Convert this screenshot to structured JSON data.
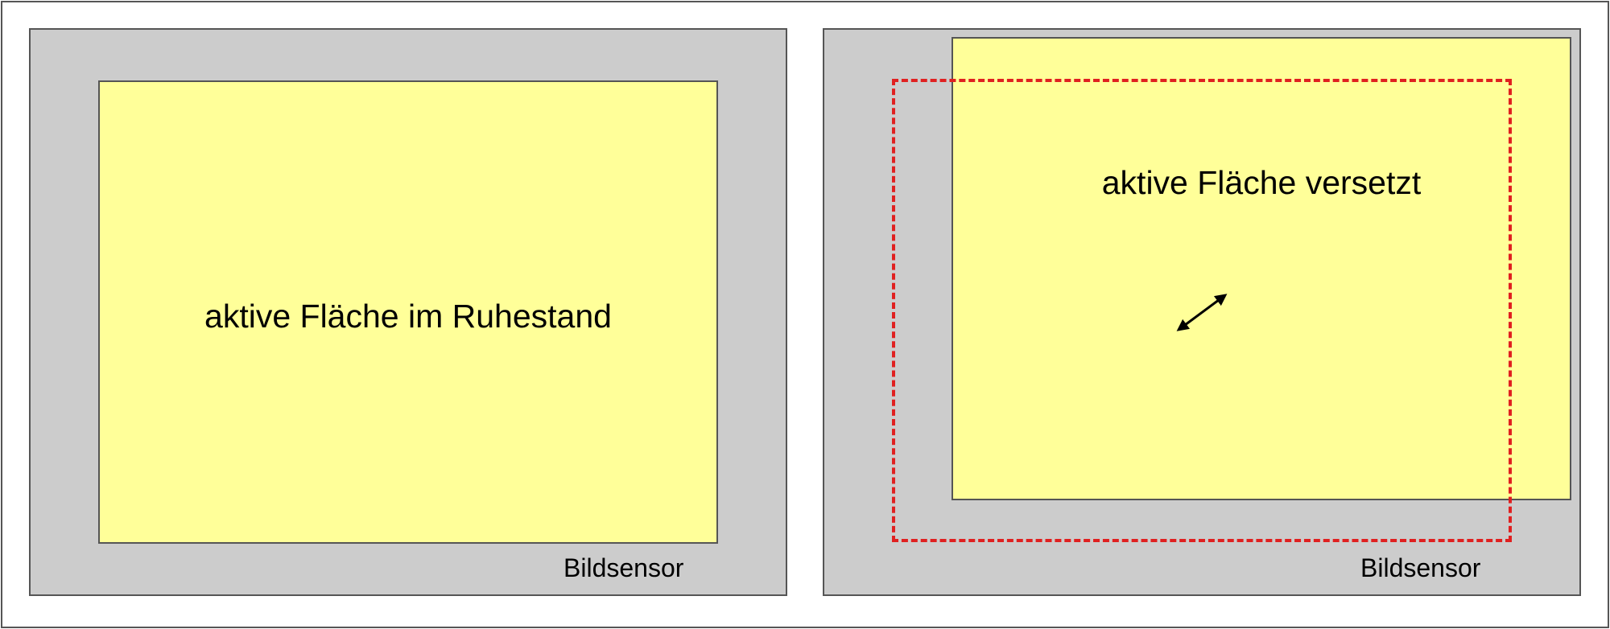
{
  "left_panel": {
    "active_area_label": "aktive Fläche im Ruhestand",
    "sensor_label": "Bildsensor"
  },
  "right_panel": {
    "active_area_label": "aktive Fläche versetzt",
    "sensor_label": "Bildsensor"
  },
  "colors": {
    "sensor": "#cccccc",
    "active_area": "#ffff99",
    "rest_outline": "#e02020",
    "border": "#555555"
  },
  "icons": {
    "shift_arrow": "double-headed-diagonal-arrow-icon"
  }
}
